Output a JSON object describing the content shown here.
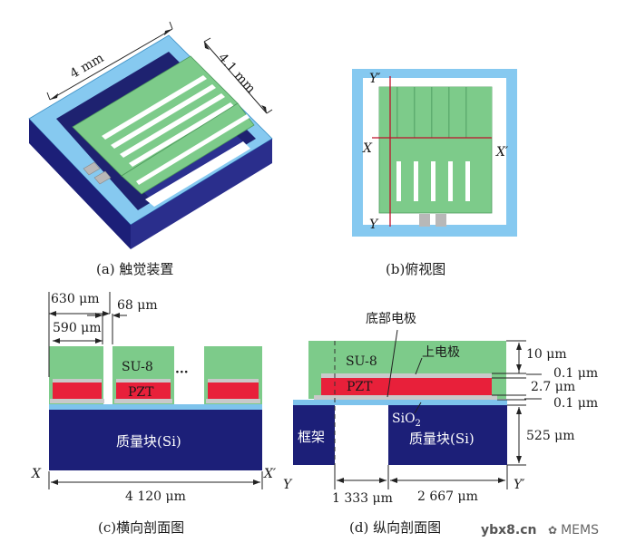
{
  "panel_a": {
    "dim_width": "4 mm",
    "dim_depth": "4.1 mm",
    "caption": "(a) 触觉装置"
  },
  "panel_b": {
    "axis_y_top": "Y′",
    "axis_x_left": "X",
    "axis_x_right": "X′",
    "axis_y_bottom": "Y",
    "caption": "(b)俯视图"
  },
  "panel_c": {
    "dim_pitch": "630 μm",
    "dim_beam": "590 μm",
    "dim_gap": "68 μm",
    "label_su8": "SU-8",
    "label_dots": "···",
    "label_pzt": "PZT",
    "label_mass": "质量块(Si)",
    "axis_x_left": "X",
    "axis_x_right": "X′",
    "dim_total": "4 120 μm",
    "caption": "(c)横向剖面图"
  },
  "panel_d": {
    "label_bottom_electrode": "底部电极",
    "label_top_electrode": "上电极",
    "label_su8": "SU-8",
    "label_pzt": "PZT",
    "label_sio2": "SiO",
    "label_sio2_sub": "2",
    "label_frame": "框架",
    "label_mass": "质量块(Si)",
    "dim_su8": "10 μm",
    "dim_top_electrode": "0.1 μm",
    "dim_pzt": "2.7 μm",
    "dim_bottom_electrode": "0.1 μm",
    "dim_si": "525 μm",
    "axis_y_left": "Y",
    "axis_y_right": "Y′",
    "dim_frame_gap": "1 333 μm",
    "dim_mass": "2 667 μm",
    "caption": "(d) 纵向剖面图"
  },
  "watermark": {
    "site": "ybx8.cn",
    "account": "MEMS"
  },
  "colors": {
    "su8_green": "#7dcb8a",
    "pzt_red": "#e8203a",
    "electrode_gray": "#c9c9c9",
    "silicon_navy": "#1c1f78",
    "oxide_blue": "#7ec3ec",
    "frame_light_blue": "#86c9f0"
  }
}
